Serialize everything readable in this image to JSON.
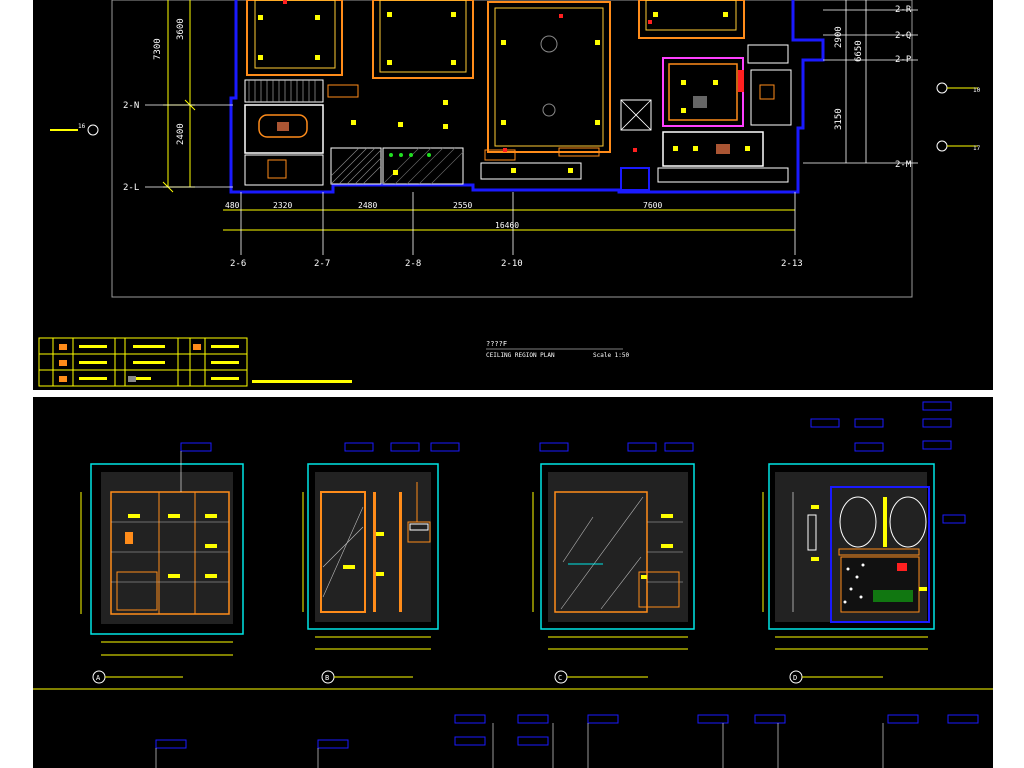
{
  "plan": {
    "grid_h": [
      {
        "id": "2-N"
      },
      {
        "id": "2-L"
      },
      {
        "id": "2-R"
      },
      {
        "id": "2-Q"
      },
      {
        "id": "2-P"
      },
      {
        "id": "2-M"
      }
    ],
    "grid_v": [
      {
        "id": "2-6"
      },
      {
        "id": "2-7"
      },
      {
        "id": "2-8"
      },
      {
        "id": "2-10"
      },
      {
        "id": "2-13"
      }
    ],
    "dims_bottom": [
      "480",
      "2320",
      "2480",
      "2550",
      "7600"
    ],
    "dim_total": "16460",
    "dims_left": [
      "7300",
      "3600",
      "2400"
    ],
    "dims_right": [
      "3150",
      "6650",
      "2900"
    ],
    "side_tags": [
      "10",
      "17",
      "16"
    ],
    "title_lines": [
      "????F",
      "CEILING  REGION  PLAN",
      "Scale 1:50"
    ]
  },
  "elevations": [
    {
      "marker": "A"
    },
    {
      "marker": "B"
    },
    {
      "marker": "C"
    },
    {
      "marker": "D"
    }
  ],
  "colors": {
    "bg": "#000000",
    "blue": "#1a1aff",
    "orange": "#ff8c1a",
    "yellow": "#ffff00",
    "cyan": "#00e5e5",
    "red": "#ff2020",
    "green": "#20e020",
    "white": "#ffffff",
    "magenta": "#ff40ff",
    "gray": "#9a9a9a"
  }
}
